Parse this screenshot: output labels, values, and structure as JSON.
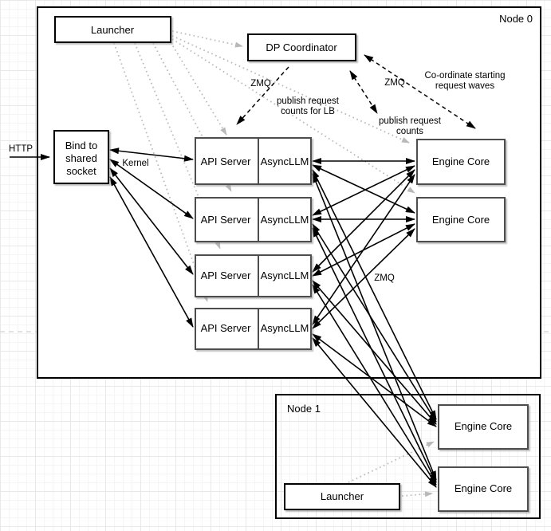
{
  "diagram": {
    "node0_label": "Node 0",
    "node1_label": "Node 1",
    "launcher_label": "Launcher",
    "dp_coordinator_label": "DP Coordinator",
    "bind_socket": {
      "line1": "Bind to",
      "line2": "shared",
      "line3": "socket"
    },
    "api_server_label": "API Server",
    "asyncllm_label": "AsyncLLM",
    "engine_core_label": "Engine Core",
    "labels": {
      "http": "HTTP",
      "kernel": "Kernel",
      "zmq": "ZMQ",
      "publish_lb_line1": "publish request",
      "publish_lb_line2": "counts for LB",
      "publish_counts_line1": "publish request",
      "publish_counts_line2": "counts",
      "coordinate_line1": "Co-ordinate starting",
      "coordinate_line2": "request waves"
    },
    "colors": {
      "solid_edge": "#000000",
      "dashed_edge": "#000000",
      "dotted_edge": "#b9b9b9",
      "container_border": "#000000",
      "cell_border": "#4d4d4d",
      "box_fill": "#ffffff",
      "grid_minor": "#f5f5f5",
      "grid_major": "#e8e8e8",
      "page_divider": "#d9d9d9"
    }
  }
}
